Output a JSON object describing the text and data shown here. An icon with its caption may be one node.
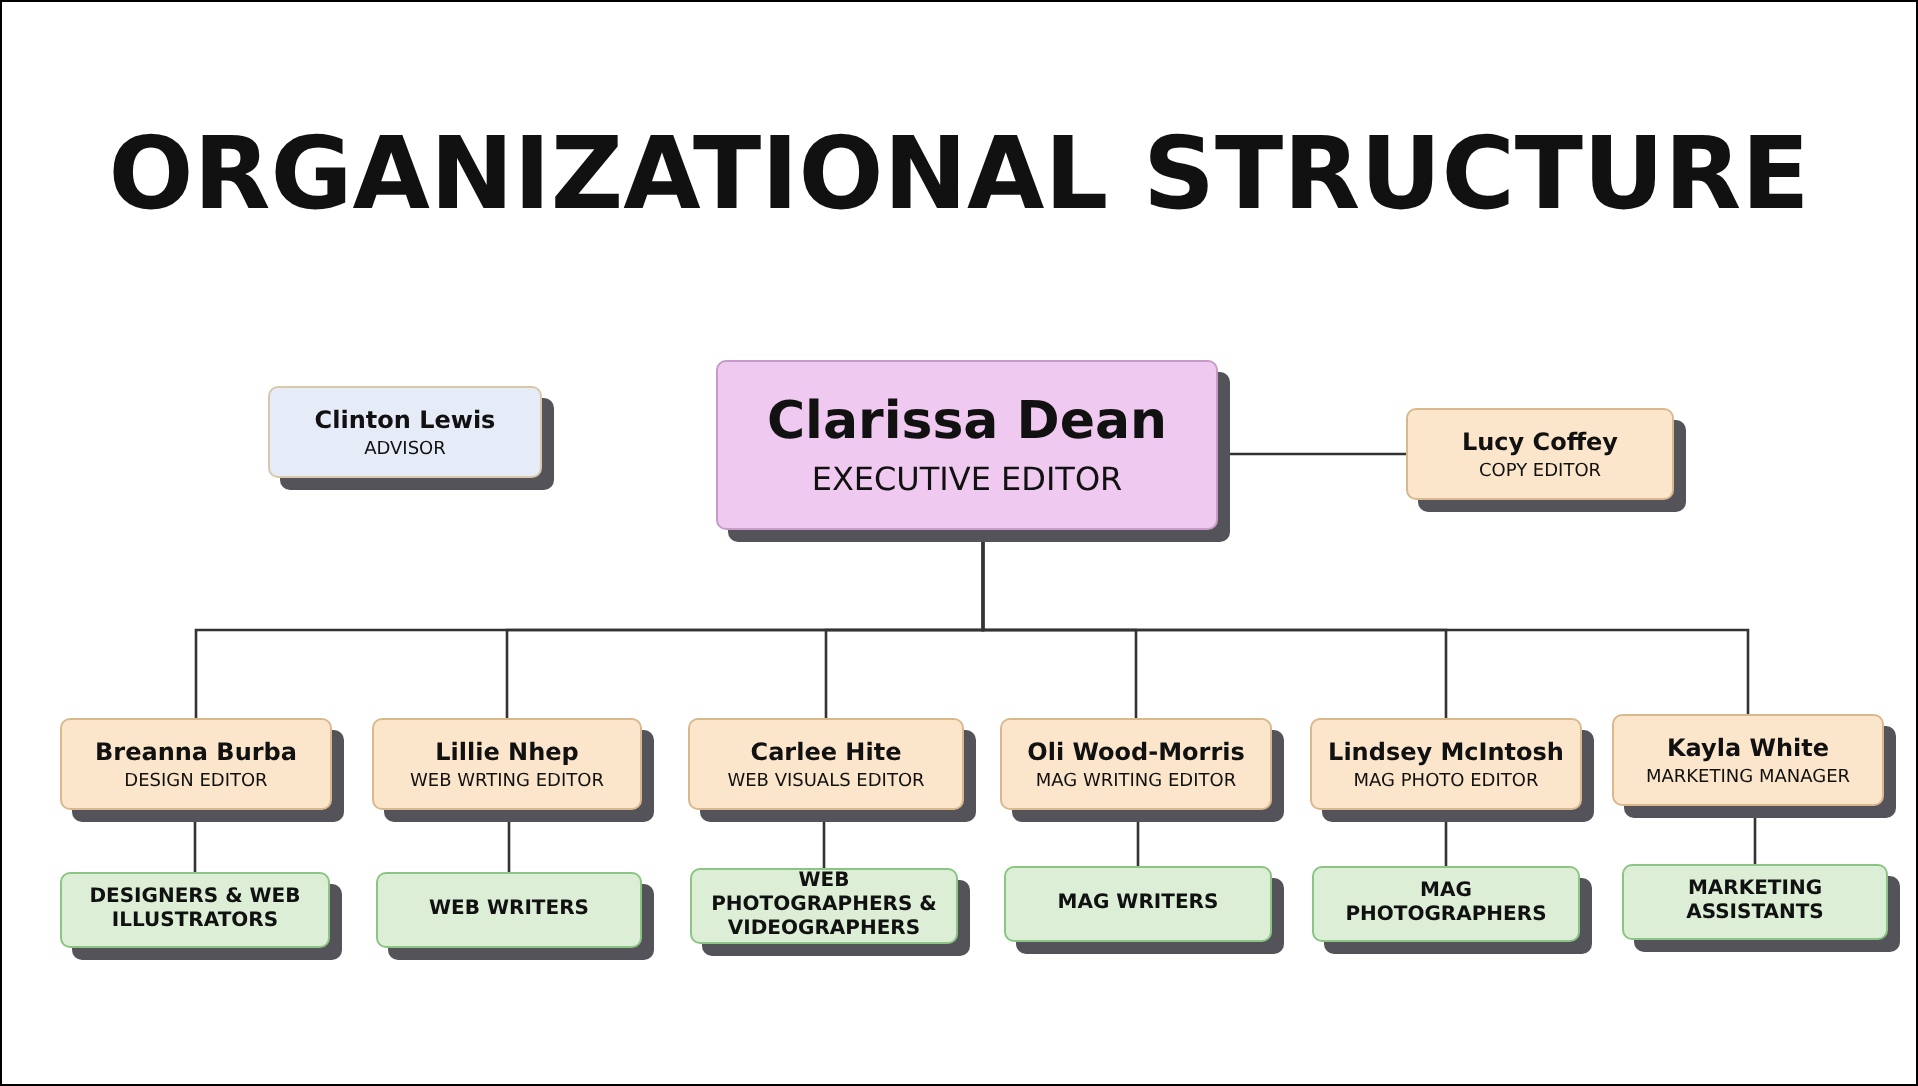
{
  "diagram": {
    "title": "ORGANIZATIONAL STRUCTURE",
    "nodes": [
      {
        "text": [
          "Clinton Lewis",
          "ADVISOR"
        ]
      },
      {
        "text": [
          "Clarissa Dean",
          "EXECUTIVE EDITOR"
        ]
      },
      {
        "text": [
          "Lucy Coffey",
          "COPY EDITOR"
        ]
      },
      {
        "text": [
          "Breanna Burba",
          "DESIGN EDITOR"
        ]
      },
      {
        "text": [
          "Lillie Nhep",
          "WEB WRTING EDITOR"
        ]
      },
      {
        "text": [
          "Carlee Hite",
          "WEB VISUALS EDITOR"
        ]
      },
      {
        "text": [
          "Oli Wood-Morris",
          "MAG WRITING EDITOR"
        ]
      },
      {
        "text": [
          "Lindsey McIntosh",
          "MAG PHOTO EDITOR"
        ]
      },
      {
        "text": [
          "Kayla White",
          "MARKETING MANAGER"
        ]
      },
      {
        "text": [
          "DESIGNERS & WEB ILLUSTRATORS"
        ]
      },
      {
        "text": [
          "WEB WRITERS"
        ]
      },
      {
        "text": [
          "WEB PHOTOGRAPHERS & VIDEOGRAPHERS"
        ]
      },
      {
        "text": [
          "MAG WRITERS"
        ]
      },
      {
        "text": [
          "MAG PHOTOGRAPHERS"
        ]
      },
      {
        "text": [
          "MARKETING ASSISTANTS"
        ]
      }
    ],
    "edges": [
      {
        "from": 1,
        "to": 2,
        "arrow": "none"
      },
      {
        "from": 1,
        "to": 3,
        "arrow": "none"
      },
      {
        "from": 1,
        "to": 4,
        "arrow": "none"
      },
      {
        "from": 1,
        "to": 5,
        "arrow": "none"
      },
      {
        "from": 1,
        "to": 6,
        "arrow": "none"
      },
      {
        "from": 1,
        "to": 7,
        "arrow": "none"
      },
      {
        "from": 1,
        "to": 8,
        "arrow": "none"
      },
      {
        "from": 3,
        "to": 9,
        "arrow": "none"
      },
      {
        "from": 4,
        "to": 10,
        "arrow": "none"
      },
      {
        "from": 5,
        "to": 11,
        "arrow": "none"
      },
      {
        "from": 6,
        "to": 12,
        "arrow": "none"
      },
      {
        "from": 7,
        "to": 13,
        "arrow": "none"
      },
      {
        "from": 8,
        "to": 14,
        "arrow": "none"
      }
    ]
  }
}
